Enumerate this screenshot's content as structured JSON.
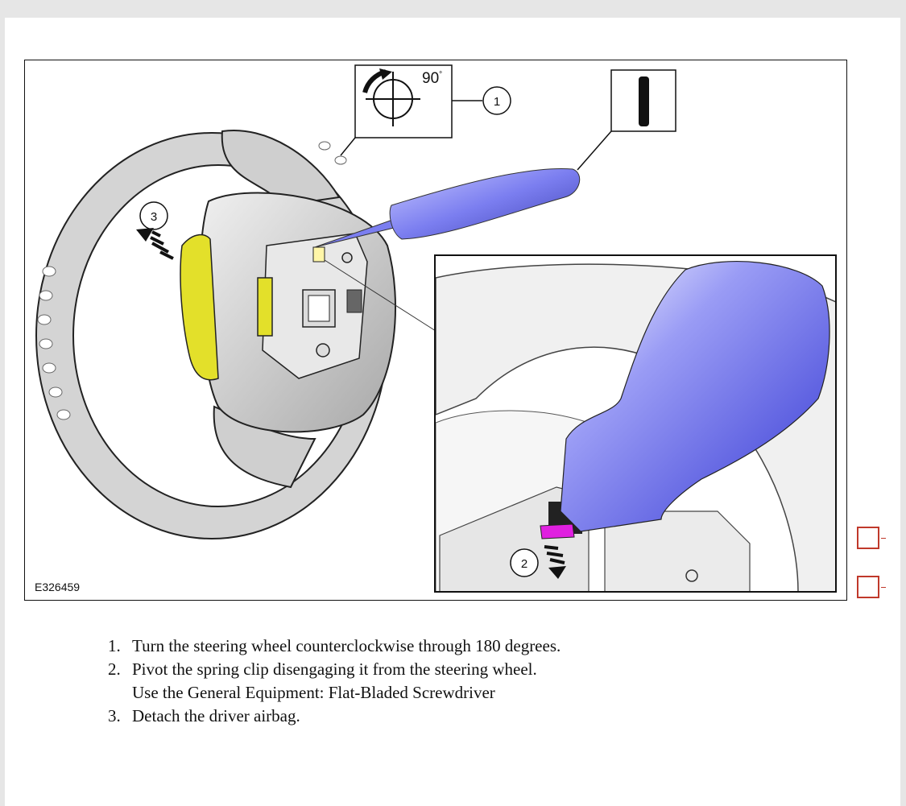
{
  "figure": {
    "id_label": "E326459",
    "rotation_label": "90",
    "rotation_unit": "°",
    "callouts": [
      "1",
      "2",
      "3"
    ]
  },
  "steps": [
    {
      "num": "1.",
      "text": "Turn the steering wheel counterclockwise through 180 degrees."
    },
    {
      "num": "2.",
      "text": "Pivot the spring clip disengaging it from the steering wheel.",
      "sub": "Use the General Equipment: Flat-Bladed Screwdriver"
    },
    {
      "num": "3.",
      "text": "Detach the driver airbag."
    }
  ],
  "colors": {
    "tool": "#7b7ef0",
    "airbag": "#e3e02a",
    "clip": "#e020e0",
    "checkbox": "#c0392b"
  }
}
